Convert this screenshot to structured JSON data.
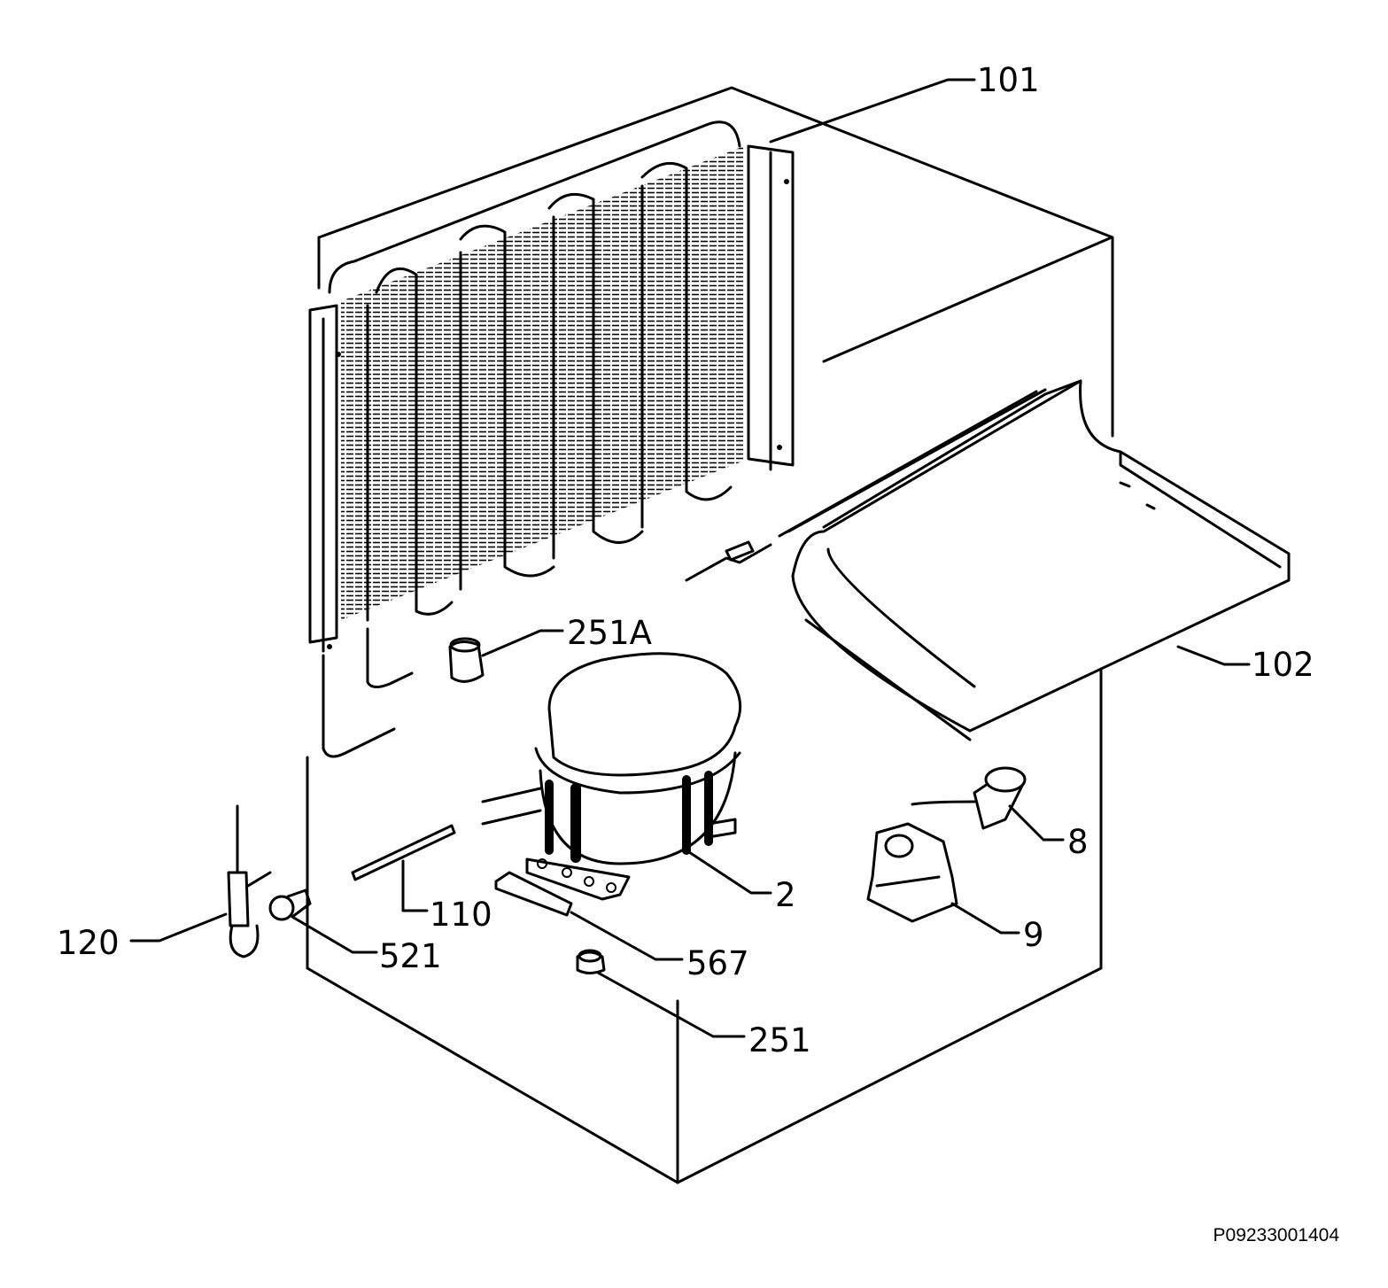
{
  "diagram": {
    "callouts": {
      "c101": "101",
      "c102": "102",
      "c251a": "251A",
      "c8": "8",
      "c2": "2",
      "c9": "9",
      "c110": "110",
      "c120": "120",
      "c521": "521",
      "c567": "567",
      "c251": "251"
    },
    "drawing_code": "P09233001404"
  }
}
